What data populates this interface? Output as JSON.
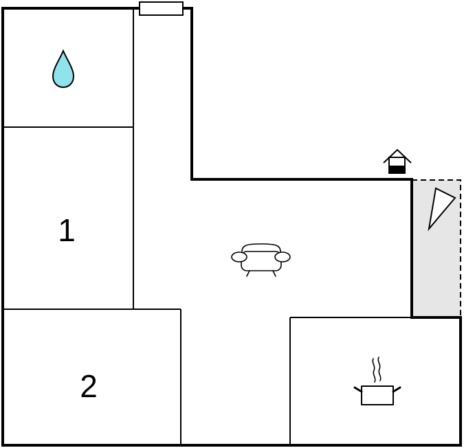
{
  "floorplan": {
    "rooms": [
      {
        "id": "bathroom",
        "label": "",
        "icon": "water-drop-icon"
      },
      {
        "id": "bedroom-1",
        "label": "1",
        "icon": ""
      },
      {
        "id": "bedroom-2",
        "label": "2",
        "icon": ""
      },
      {
        "id": "living-room",
        "label": "",
        "icon": "sofa-icon"
      },
      {
        "id": "kitchen",
        "label": "",
        "icon": "cooking-pot-icon"
      },
      {
        "id": "terrace",
        "label": "",
        "icon": "terrace-triangle-icon"
      }
    ],
    "entrance_icon": "house-entrance-icon",
    "colors": {
      "wall": "#000000",
      "background": "#ffffff",
      "water_drop": "#8fe3ea",
      "terrace_fill": "#e6e6e6"
    }
  }
}
